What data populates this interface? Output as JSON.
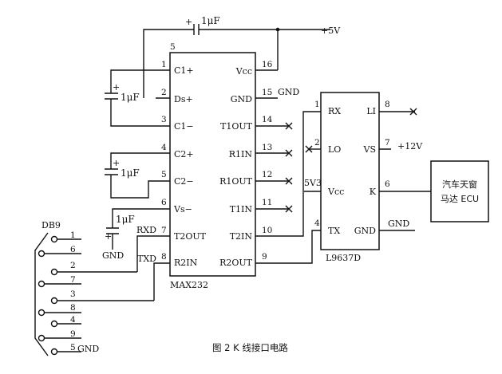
{
  "max232": {
    "name": "MAX232",
    "pins": [
      {
        "num": "1",
        "label": "C1+"
      },
      {
        "num": "2",
        "label": "Ds+"
      },
      {
        "num": "3",
        "label": "C1−"
      },
      {
        "num": "4",
        "label": "C2+"
      },
      {
        "num": "5",
        "label": "C2−"
      },
      {
        "num": "6",
        "label": "Vs−"
      },
      {
        "num": "7",
        "label": "T2OUT"
      },
      {
        "num": "8",
        "label": "R2IN"
      },
      {
        "num": "16",
        "label": "Vcc"
      },
      {
        "num": "15",
        "label": "GND"
      },
      {
        "num": "14",
        "label": "T1OUT"
      },
      {
        "num": "13",
        "label": "R1IN"
      },
      {
        "num": "12",
        "label": "R1OUT"
      },
      {
        "num": "11",
        "label": "T1IN"
      },
      {
        "num": "10",
        "label": "T2IN"
      },
      {
        "num": "9",
        "label": "R2OUT"
      }
    ]
  },
  "l9637d": {
    "name": "L9637D",
    "pins": [
      {
        "num": "1",
        "label": "RX"
      },
      {
        "num": "2",
        "label": "LO"
      },
      {
        "num": "",
        "label": "Vcc"
      },
      {
        "num": "4",
        "label": "TX"
      },
      {
        "num": "8",
        "label": "LI"
      },
      {
        "num": "7",
        "label": "VS"
      },
      {
        "num": "6",
        "label": "K"
      },
      {
        "num": "",
        "label": "GND"
      }
    ]
  },
  "db9": {
    "name": "DB9",
    "pins": [
      "1",
      "6",
      "2",
      "7",
      "3",
      "8",
      "4",
      "9",
      "5"
    ]
  },
  "ecu": {
    "line1": "汽车天窗",
    "line2": "马达 ECU"
  },
  "labels": {
    "vcc_top": "+5V",
    "plus12": "+12V",
    "gnd15": "GND",
    "gnd_l9637": "GND",
    "gnd_cap": "GND",
    "gnd_db9": "GND",
    "v53": "5V3",
    "rxd": "RXD",
    "txd": "TXD",
    "pin5_top": "5",
    "cap1": "1μF",
    "cap2": "1μF",
    "cap3": "1μF",
    "cap4": "1μF",
    "plus": "+"
  },
  "caption": "图 2  K 线接口电路"
}
